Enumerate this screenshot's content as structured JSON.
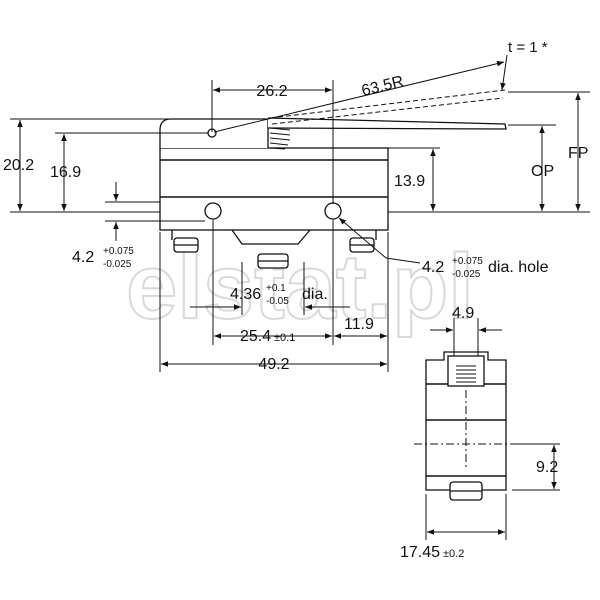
{
  "watermark": "elstat.pl",
  "side_view": {
    "thickness_label": "t = 1 *",
    "radius_label": "63.5R",
    "lever_pivot_offset": "26.2",
    "height_overall": "20.2",
    "height_pivot": "16.9",
    "height_op": "13.9",
    "op_label": "OP",
    "fp_label": "FP",
    "tol_hole_left": {
      "main": "4.2",
      "plus": "+0.075",
      "minus": "-0.025"
    },
    "tol_hole_right": {
      "main": "4.2",
      "plus": "+0.075",
      "minus": "-0.025",
      "suffix": "dia. hole"
    },
    "terminal_dia": {
      "main": "4.36",
      "plus": "+0.1",
      "minus": "-0.05",
      "suffix": "dia."
    },
    "hole_pitch": {
      "main": "25.4",
      "tol": "±0.1"
    },
    "right_offset": "11.9",
    "total_length": "49.2"
  },
  "front_view": {
    "top_width": "4.9",
    "right_height": "9.2",
    "bottom_width": {
      "main": "17.45",
      "tol": "±0.2"
    }
  },
  "colors": {
    "line": "#111111",
    "watermark": "#d9d9d9",
    "background": "#ffffff"
  }
}
